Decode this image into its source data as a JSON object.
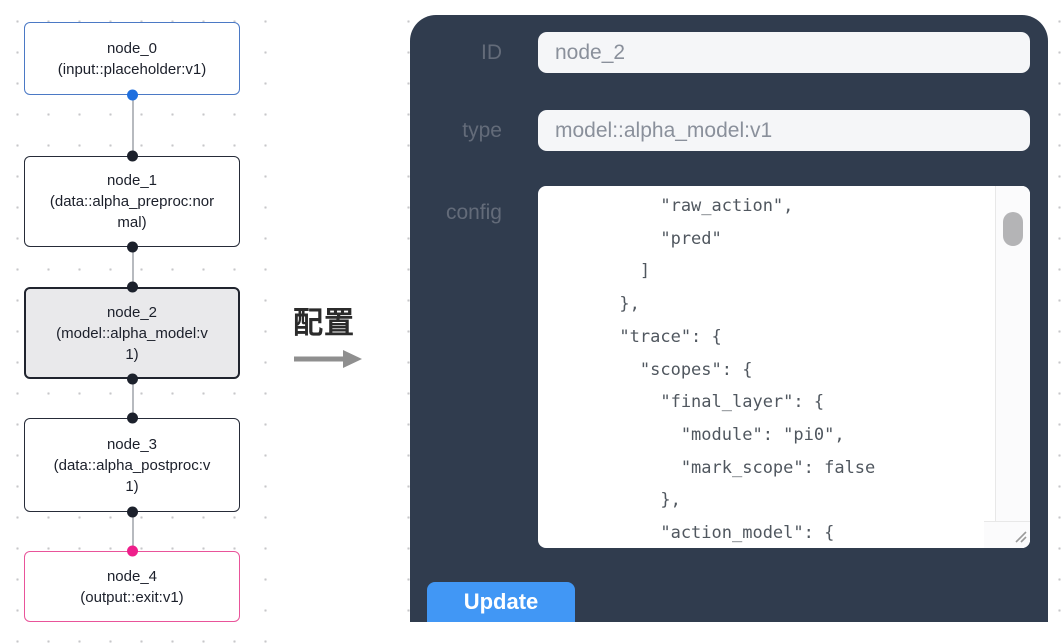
{
  "canvas": {
    "nodes": [
      {
        "id": "node_0",
        "type": "(input::placeholder:v1)",
        "role": "input"
      },
      {
        "id": "node_1",
        "type": "(data::alpha_preproc:normal)",
        "role": "data"
      },
      {
        "id": "node_2",
        "type": "(model::alpha_model:v1)",
        "role": "model",
        "selected": true
      },
      {
        "id": "node_3",
        "type": "(data::alpha_postproc:v1)",
        "role": "data"
      },
      {
        "id": "node_4",
        "type": "(output::exit:v1)",
        "role": "output"
      }
    ]
  },
  "transition": {
    "label": "配置"
  },
  "panel": {
    "id_label": "ID",
    "id_value": "node_2",
    "type_label": "type",
    "type_value": "model::alpha_model:v1",
    "config_label": "config",
    "config_text": "          \"raw_action\",\n          \"pred\"\n        ]\n      },\n      \"trace\": {\n        \"scopes\": {\n          \"final_layer\": {\n            \"module\": \"pi0\",\n            \"mark_scope\": false\n          },\n          \"action_model\": {",
    "update_label": "Update"
  },
  "colors": {
    "node_input_border": "#4b79c5",
    "node_input_port": "#1e6fdf",
    "node_default_border": "#262b38",
    "node_selected_bg": "#e9e9eb",
    "node_output_border": "#e9549a",
    "node_output_port": "#ee1f8b",
    "edge": "#b7babf",
    "panel_bg": "#303c4e",
    "field_bg": "#f5f6f8",
    "field_text": "#8a909b",
    "label_text": "#636b79",
    "button_bg": "#4197f5",
    "config_text_color": "#50575f"
  }
}
